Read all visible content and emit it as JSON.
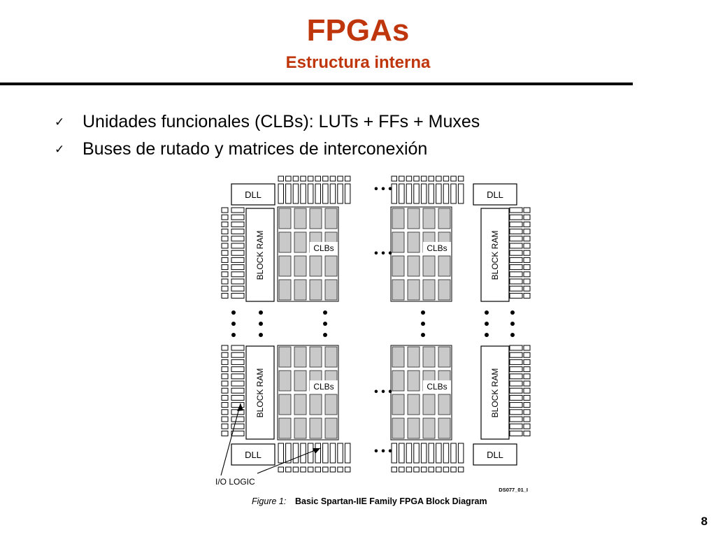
{
  "slide": {
    "title": "FPGAs",
    "subtitle": "Estructura interna",
    "page_number": "8"
  },
  "bullets": [
    {
      "icon": "checkmark-icon",
      "text": "Unidades funcionales (CLBs): LUTs + FFs + Muxes"
    },
    {
      "icon": "checkmark-icon",
      "text": "Buses de rutado y matrices de interconexión"
    }
  ],
  "diagram": {
    "dll_label": "DLL",
    "block_ram_label": "BLOCK RAM",
    "clbs_label": "CLBs",
    "ellipsis": "• • •",
    "io_logic_label": "I/O LOGIC",
    "doc_code": "DS077_01_I",
    "caption_prefix": "Figure 1:",
    "caption_text": "Basic Spartan-IIE Family FPGA Block Diagram"
  }
}
